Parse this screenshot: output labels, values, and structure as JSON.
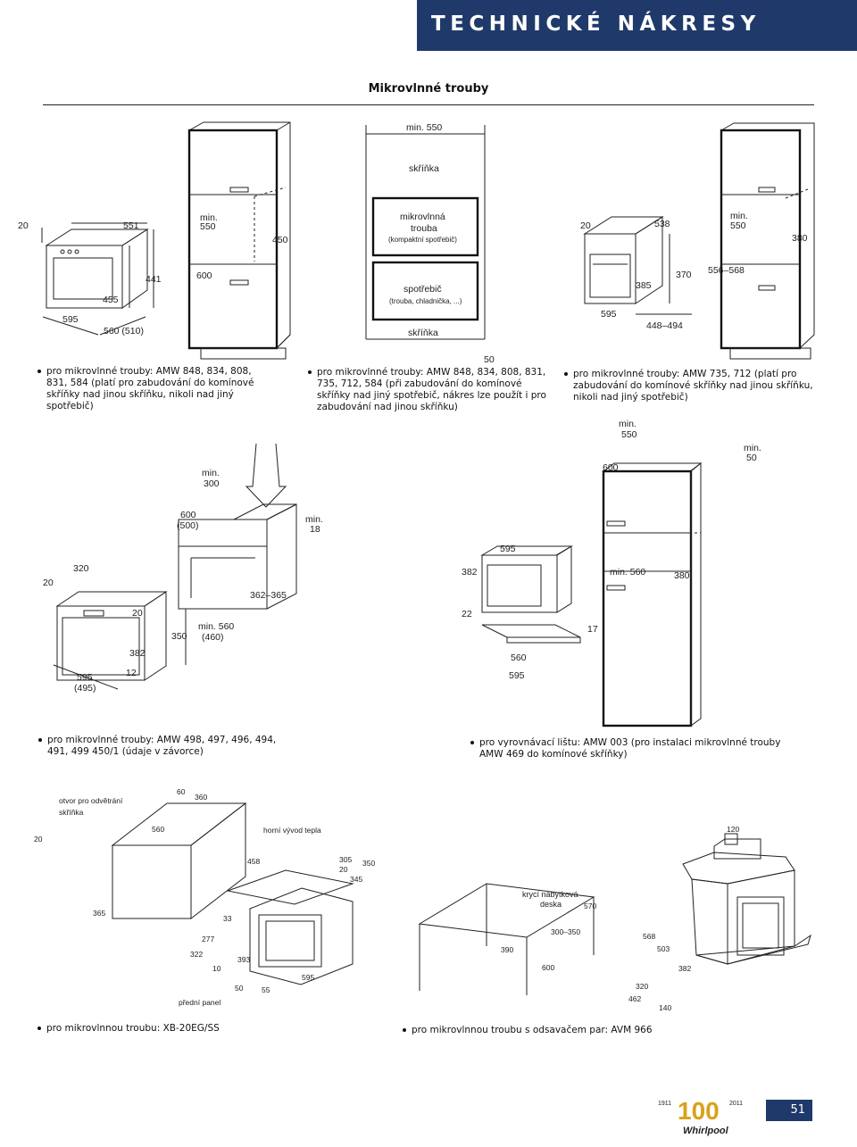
{
  "header": {
    "title": "TECHNICKÉ NÁKRESY"
  },
  "subtitle": "Mikrovlnné trouby",
  "page_number": "51",
  "logo": {
    "years_left": "1911",
    "years_right": "2011",
    "century": "100",
    "brand": "Whirlpool"
  },
  "bullets": {
    "b1": "pro mikrovlnné trouby: AMW 848, 834, 808, 831, 584 (platí pro zabudování do komínové skříňky nad jinou skříňku, nikoli nad jiný spotřebič)",
    "b2": "pro mikrovlnné trouby: AMW 848, 834, 808, 831, 735, 712, 584 (při zabudování do komínové skříňky nad jiný spotřebič, nákres lze použít i pro zabudování nad jinou skříňku)",
    "b3": "pro mikrovlnné trouby: AMW 735, 712 (platí pro zabudování do komínové skříňky nad jinou skříňku, nikoli nad jiný spotřebič)",
    "b4": "pro mikrovlnné trouby: AMW 498, 497, 496, 494, 491, 499 450/1 (údaje v závorce)",
    "b5": "pro vyrovnávací lištu: AMW 003 (pro instalaci mikrovlnné trouby AMW 469 do komínové skříňky)",
    "b6": "pro mikrovlnnou troubu: XB-20EG/SS",
    "b7": "pro mikrovlnnou troubu s odsavačem par: AVM 966"
  },
  "diagram1": {
    "d20": "20",
    "d551": "551",
    "d441": "441",
    "d455": "455",
    "d595": "595",
    "d560": "560 (510)",
    "min": "min.",
    "d550": "550",
    "d450": "450",
    "d600": "600"
  },
  "diagram2": {
    "min550": "min. 550",
    "skrinka_top": "skříňka",
    "mw1": "mikrovlnná",
    "mw2": "trouba",
    "mw3": "(kompaktní spotřebič)",
    "sp1": "spotřebič",
    "sp2": "(trouba, chladnička, ...)",
    "skrinka_bot": "skříňka",
    "d50": "50"
  },
  "diagram3": {
    "d20": "20",
    "d538": "538",
    "min": "min.",
    "d550": "550",
    "d380": "380",
    "d385": "385",
    "d370": "370",
    "d556": "556–568",
    "d595": "595",
    "d448": "448–494"
  },
  "diagram4": {
    "min": "min.",
    "d300": "300",
    "d600": "600",
    "d500": "(500)",
    "d18": "18",
    "d320": "320",
    "d20a": "20",
    "d362": "362–365",
    "d20b": "20",
    "d350": "350",
    "d560": "min. 560",
    "d460": "(460)",
    "d382": "382",
    "d595": "595",
    "d495": "(495)",
    "d12": "12"
  },
  "diagram5": {
    "min": "min.",
    "d550": "550",
    "d600": "600",
    "d50": "50",
    "d595": "595",
    "d382": "382",
    "dmin560": "min. 560",
    "d380": "380",
    "d22": "22",
    "d17": "17",
    "d560": "560",
    "d595b": "595"
  },
  "diagram6": {
    "otvor": "otvor pro odvětrání",
    "skrinka": "skříňka",
    "d60": "60",
    "d360": "360",
    "d560": "560",
    "d20": "20",
    "horni": "horní vývod tepla",
    "d458": "458",
    "d305": "305",
    "d350": "350",
    "d20b": "20",
    "d345": "345",
    "d365": "365",
    "d322": "322",
    "d277": "277",
    "d33": "33",
    "d10": "10",
    "d393": "393",
    "d50": "50",
    "d55": "55",
    "d595": "595",
    "predni": "přední panel"
  },
  "diagram7": {
    "kryci1": "krycí nábytková",
    "kryci2": "deska",
    "d570": "570",
    "d300": "300–350",
    "d390": "390",
    "d600": "600"
  },
  "diagram8": {
    "d120": "120",
    "d568": "568",
    "d503": "503",
    "d382": "382",
    "d320": "320",
    "d462": "462",
    "d140": "140"
  }
}
